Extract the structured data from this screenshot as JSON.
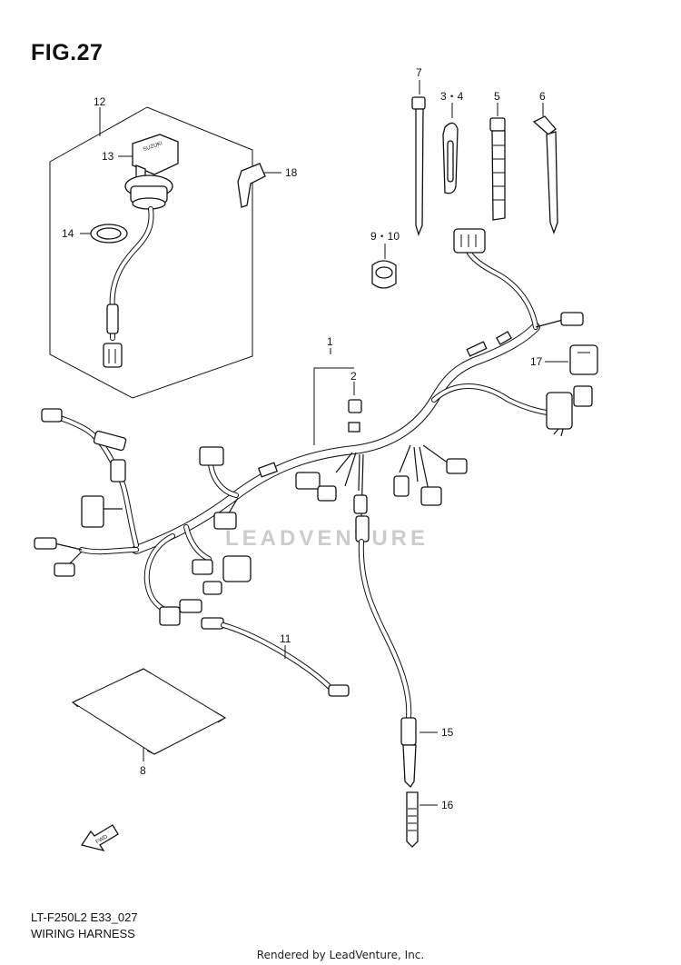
{
  "figure": {
    "title": "FIG.27",
    "model_code": "LT-F250L2  E33_027",
    "section_title": "WIRING HARNESS"
  },
  "watermark": "LEADVENTURE",
  "rendered_by": "Rendered by LeadVenture, Inc.",
  "fwd_label": "FWD",
  "ignition_brand": "SUZUKI",
  "callouts": {
    "c1": "1",
    "c2": "2",
    "c3_4": "3・4",
    "c5": "5",
    "c6": "6",
    "c7": "7",
    "c8": "8",
    "c9_10": "9・10",
    "c11": "11",
    "c12": "12",
    "c13": "13",
    "c14": "14",
    "c15": "15",
    "c16": "16",
    "c17": "17",
    "c18": "18"
  }
}
